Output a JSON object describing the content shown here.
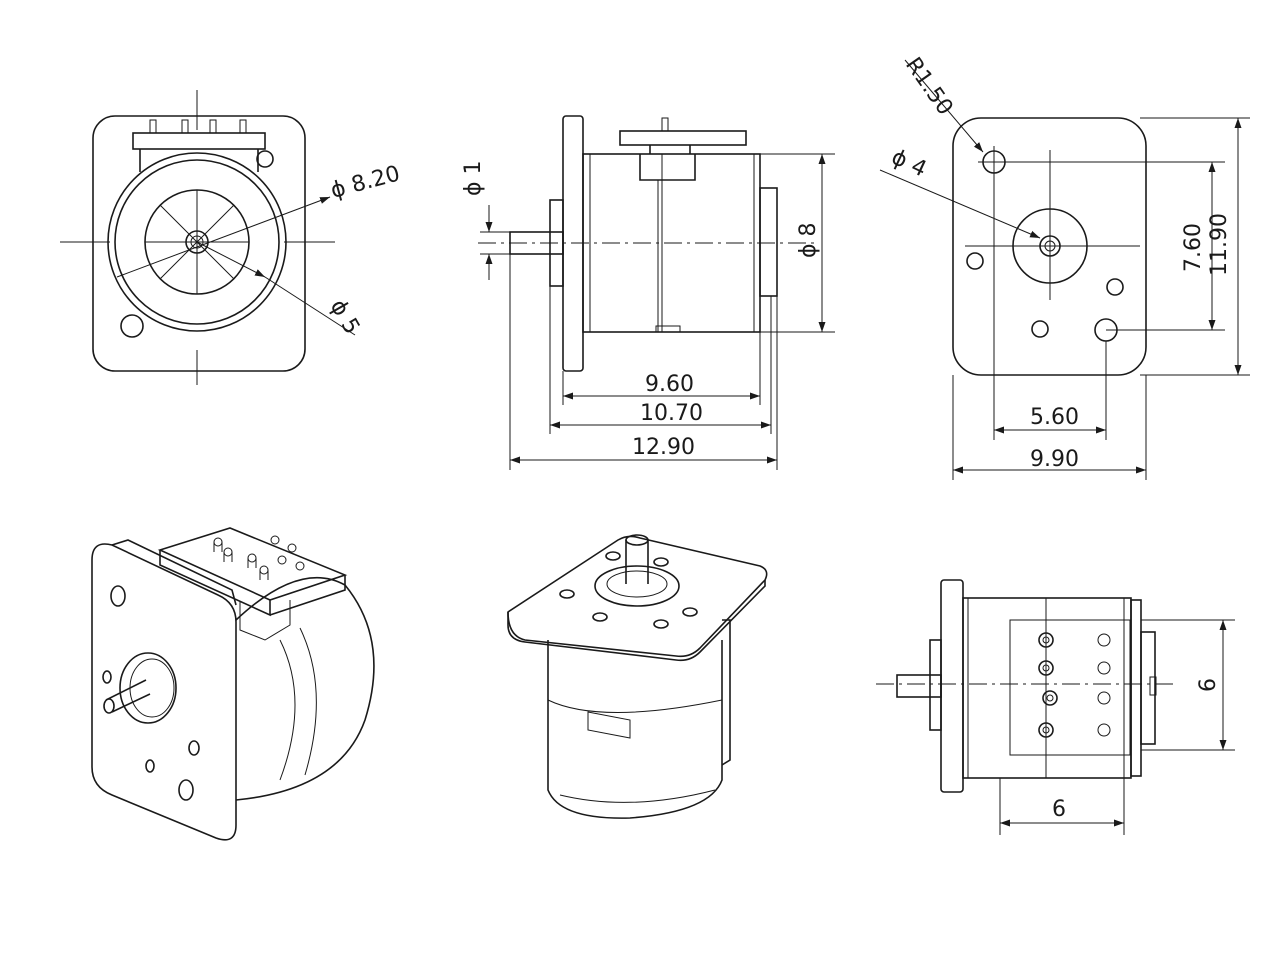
{
  "dimensions": {
    "front_outer_dia": "ϕ 8.20",
    "front_inner_dia": "ϕ 5",
    "shaft_dia": "ϕ 1",
    "body_dia": "ϕ 8",
    "length_body": "9.60",
    "length_mid": "10.70",
    "length_total": "12.90",
    "corner_radius": "R1.50",
    "hole_dia": "ϕ 4",
    "hole_spacing_v": "7.60",
    "plate_height": "11.90",
    "hole_spacing_h": "5.60",
    "plate_width": "9.90",
    "top_height": "6",
    "top_width": "6"
  }
}
